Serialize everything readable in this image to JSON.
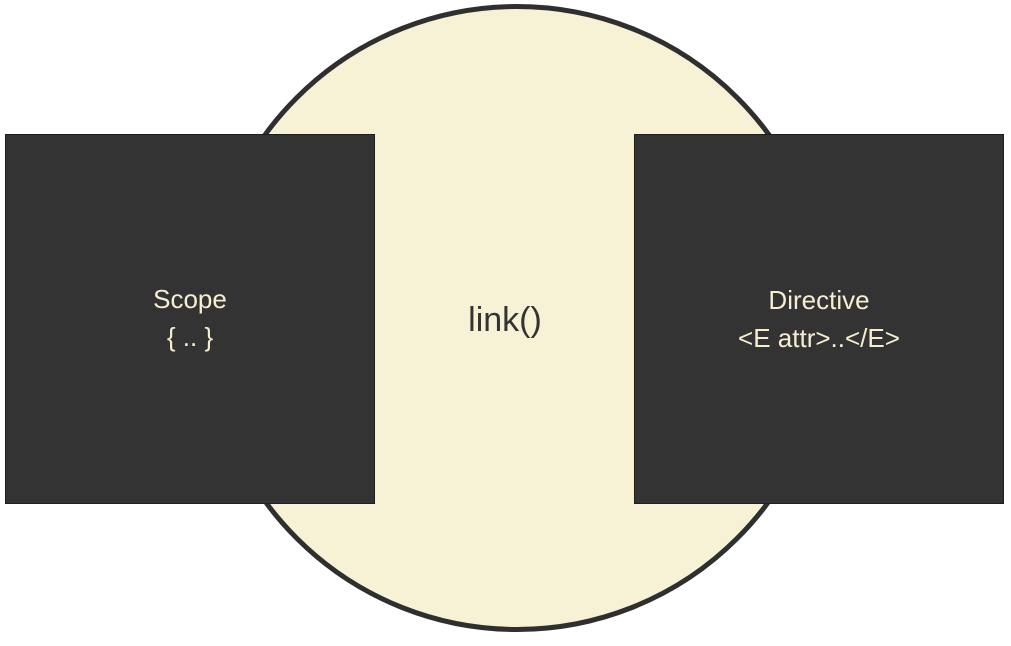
{
  "diagram": {
    "center": {
      "label": "link()"
    },
    "left_box": {
      "title": "Scope",
      "subtitle": "{ .. }"
    },
    "right_box": {
      "title": "Directive",
      "subtitle": "<E attr>..</E>"
    }
  },
  "colors": {
    "circle_fill": "#f7f1d6",
    "circle_stroke": "#2f2f2f",
    "box_fill": "#333333",
    "box_text": "#f5eed0",
    "center_text": "#333333"
  }
}
